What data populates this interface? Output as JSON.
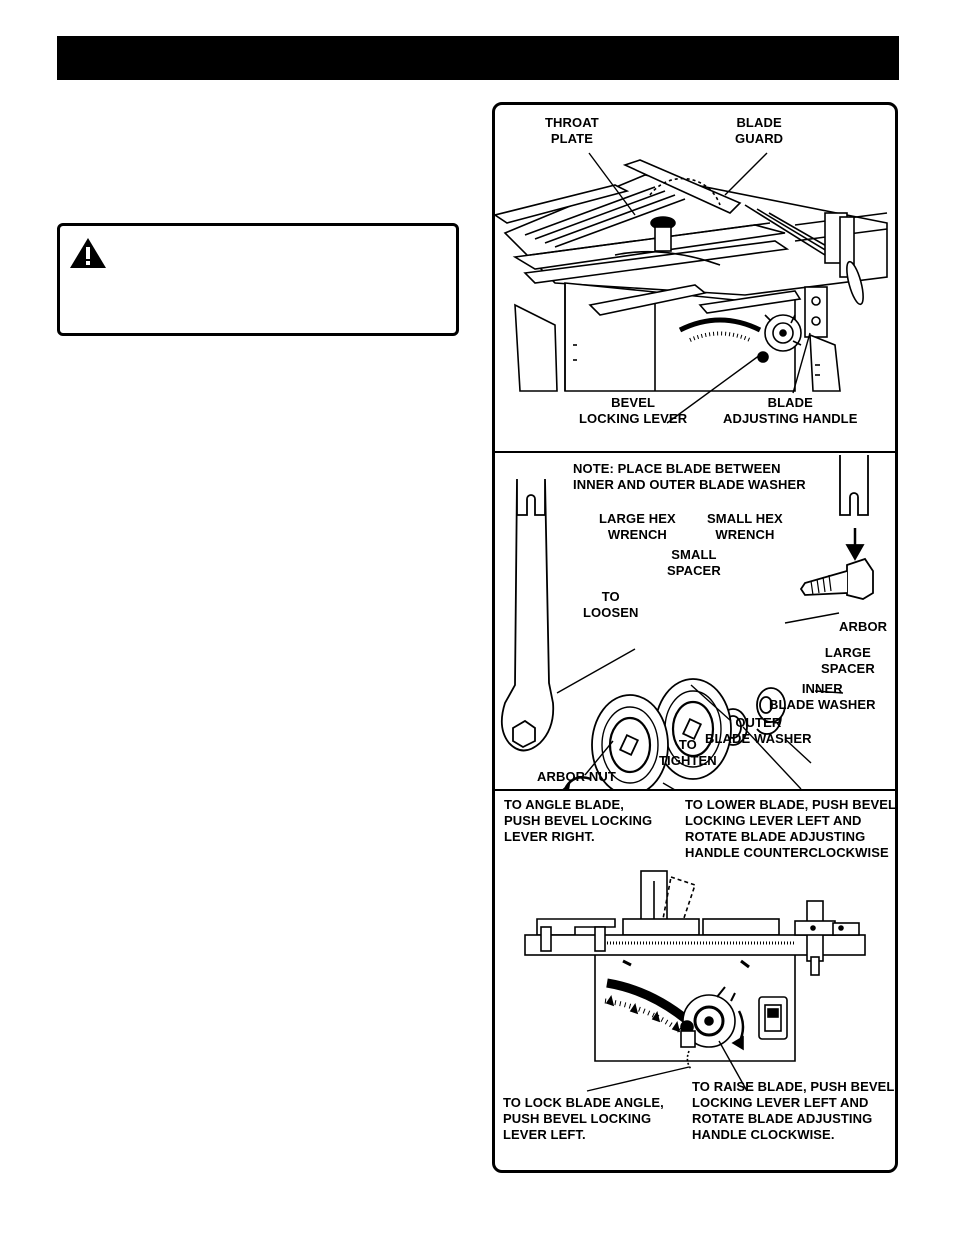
{
  "figures": {
    "saw": {
      "throat_plate": [
        "THROAT",
        "PLATE"
      ],
      "blade_guard": [
        "BLADE",
        "GUARD"
      ],
      "bevel_locking_lever": [
        "BEVEL",
        "LOCKING LEVER"
      ],
      "blade_adjusting_handle": [
        "BLADE",
        "ADJUSTING HANDLE"
      ]
    },
    "blade_assembly": {
      "note": [
        "NOTE: PLACE BLADE BETWEEN",
        "INNER AND OUTER BLADE WASHER"
      ],
      "large_hex_wrench": [
        "LARGE HEX",
        "WRENCH"
      ],
      "small_hex_wrench": [
        "SMALL HEX",
        "WRENCH"
      ],
      "small_spacer": [
        "SMALL",
        "SPACER"
      ],
      "to_loosen": [
        "TO",
        "LOOSEN"
      ],
      "arbor": "ARBOR",
      "large_spacer": [
        "LARGE",
        "SPACER"
      ],
      "inner_blade_washer": [
        "INNER",
        "BLADE WASHER"
      ],
      "outer_blade_washer": [
        "OUTER",
        "BLADE WASHER"
      ],
      "to_tighten": [
        "TO",
        "TIGHTEN"
      ],
      "arbor_nut": "ARBOR NUT"
    },
    "bevel": {
      "angle_blade": [
        "TO ANGLE BLADE,",
        "PUSH BEVEL LOCKING",
        "LEVER RIGHT."
      ],
      "lower_blade": [
        "TO LOWER BLADE, PUSH BEVEL",
        "LOCKING LEVER LEFT AND",
        "ROTATE BLADE ADJUSTING",
        "HANDLE COUNTERCLOCKWISE"
      ],
      "lock_angle": [
        "TO LOCK BLADE ANGLE,",
        "PUSH BEVEL LOCKING",
        "LEVER LEFT."
      ],
      "raise_blade": [
        "TO RAISE BLADE, PUSH BEVEL",
        "LOCKING LEVER LEFT AND",
        "ROTATE BLADE ADJUSTING",
        "HANDLE CLOCKWISE."
      ]
    }
  }
}
